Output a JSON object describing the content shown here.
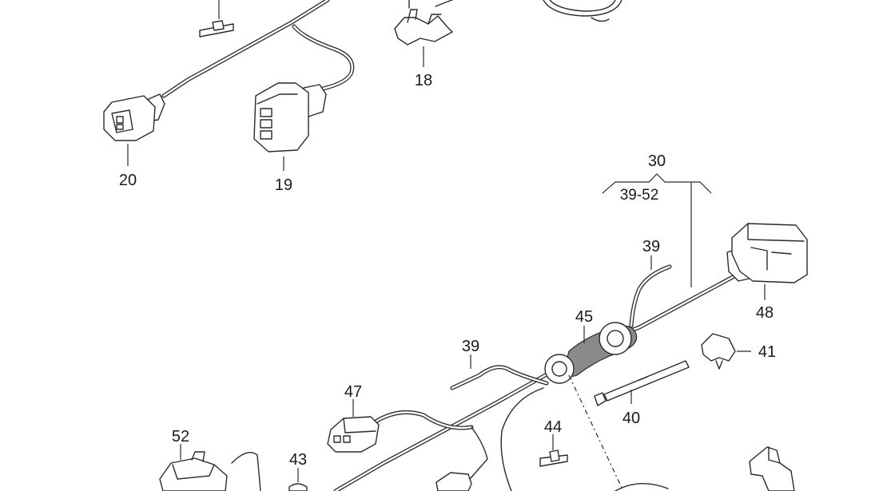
{
  "callouts": {
    "c18": "18",
    "c19": "19",
    "c20": "20",
    "c30": "30",
    "c39_52": "39-52",
    "c39a": "39",
    "c39b": "39",
    "c40": "40",
    "c41": "41",
    "c43": "43",
    "c44": "44",
    "c45": "45",
    "c47": "47",
    "c48": "48",
    "c52": "52"
  }
}
